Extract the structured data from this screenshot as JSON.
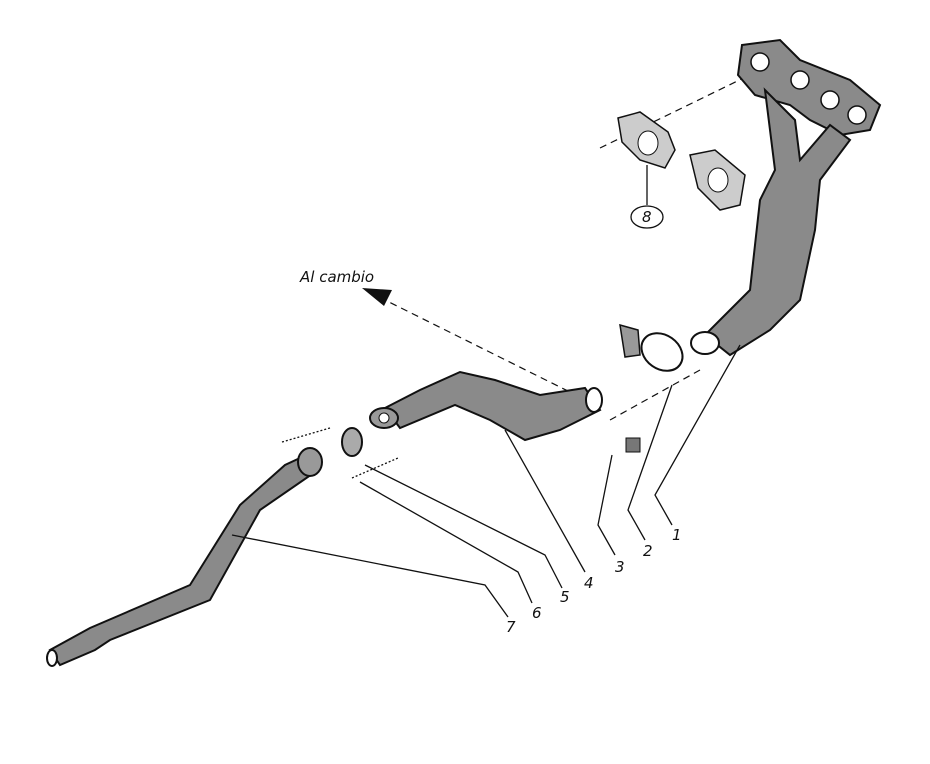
{
  "diagram": {
    "direction_label": "Al cambio",
    "callouts": [
      "1",
      "2",
      "3",
      "4",
      "5",
      "6",
      "7",
      "8"
    ]
  }
}
